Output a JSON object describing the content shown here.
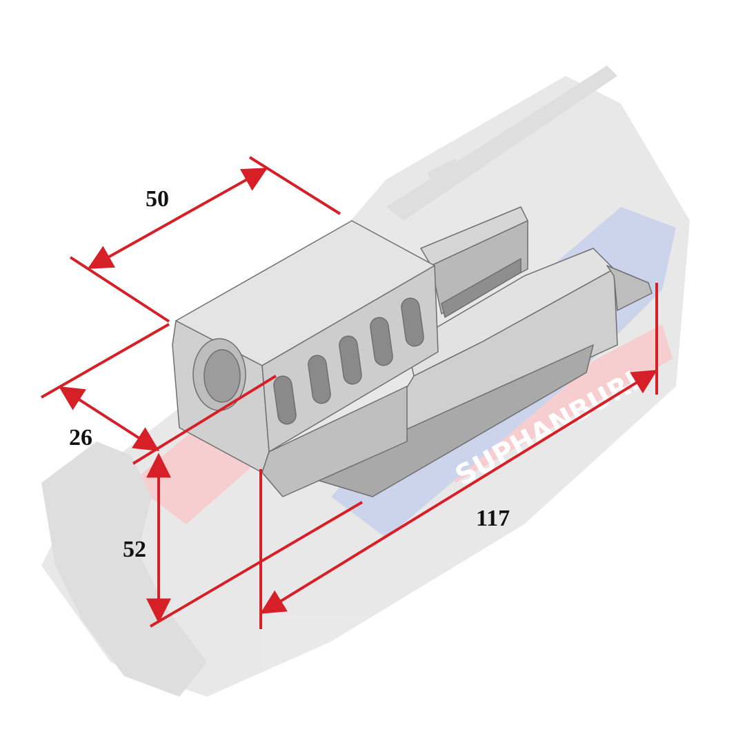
{
  "dimensions": {
    "width_top": "50",
    "depth": "26",
    "height": "52",
    "length": "117"
  },
  "watermark": {
    "text": "SUPHANBURI",
    "colors": {
      "red": "#d9252b",
      "blue": "#1d3fa8",
      "grey": "#9a9a9a"
    }
  },
  "colors": {
    "dimension_line": "#d61f26",
    "part_body": "#c8c8c8",
    "part_light": "#e2e2e2",
    "part_dark": "#8e8e8e"
  }
}
